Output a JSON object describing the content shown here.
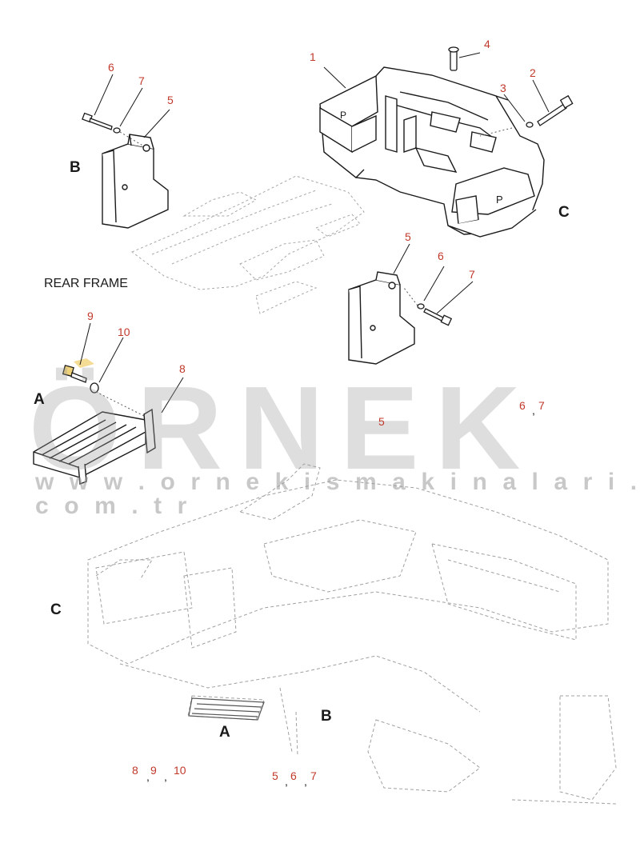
{
  "watermark": {
    "brand": "ÖRNEK",
    "url": "w w w . o r n e k i s m a k i n a l a r i . c o m . t r"
  },
  "frame_label": "REAR FRAME",
  "views": {
    "a": "A",
    "b": "B",
    "c": "C"
  },
  "callouts": {
    "c1": "1",
    "c2": "2",
    "c3": "3",
    "c4": "4",
    "c5_top": "5",
    "c6_top": "6",
    "c7_top": "7",
    "c5_mid": "5",
    "c6_mid": "6",
    "c7_mid": "7",
    "c8": "8",
    "c9": "9",
    "c10": "10",
    "c5_main": "5",
    "c6_main": "6",
    "c7_main": "7",
    "bottom_a_8": "8",
    "bottom_a_9": "9",
    "bottom_a_10": "10",
    "bottom_b_5": "5",
    "bottom_b_6": "6",
    "bottom_b_7": "7"
  },
  "separator": ","
}
